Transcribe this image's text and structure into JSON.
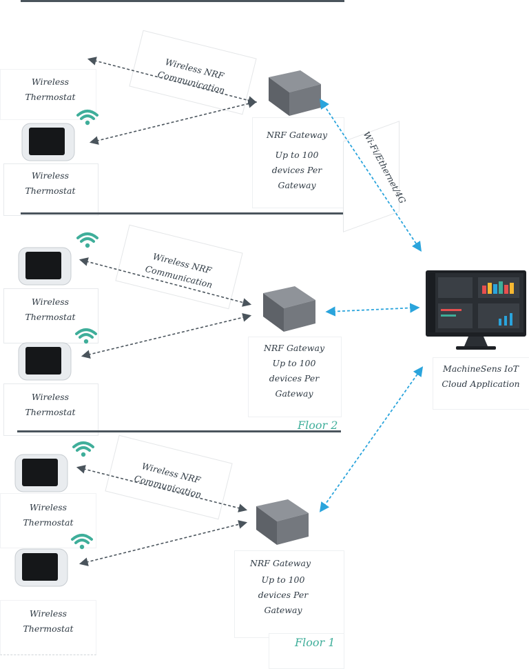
{
  "colors": {
    "arrow_dark": "#4a545c",
    "arrow_blue": "#2aa4dc",
    "wifi": "#3fae9a",
    "floor_label": "#3fae9a",
    "text": "#2f3a44"
  },
  "top": {
    "thermostat_a_label": "Wireless Thermostat",
    "thermostat_b_label": "Wireless Thermostat",
    "comm_label": "Wireless NRF Communication",
    "gateway_title": "NRF Gateway",
    "gateway_desc": "Up to 100 devices Per Gateway"
  },
  "floor2": {
    "label": "Floor 2",
    "thermostat_a_label": "Wireless Thermostat",
    "thermostat_b_label": "Wireless Thermostat",
    "comm_label": "Wireless NRF Communication",
    "gateway_title": "NRF Gateway",
    "gateway_desc": "Up to 100 devices Per Gateway"
  },
  "floor1": {
    "label": "Floor 1",
    "thermostat_a_label": "Wireless Thermostat",
    "thermostat_b_label": "Wireless Thermostat",
    "comm_label": "Wireless NRF Communication",
    "gateway_title": "NRF Gateway",
    "gateway_desc": "Up to 100 devices Per Gateway"
  },
  "uplink_label": "Wi-Fi/Ethernet/4G",
  "cloud": {
    "label": "MachineSens IoT Cloud Application",
    "icon": "monitor-icon"
  }
}
